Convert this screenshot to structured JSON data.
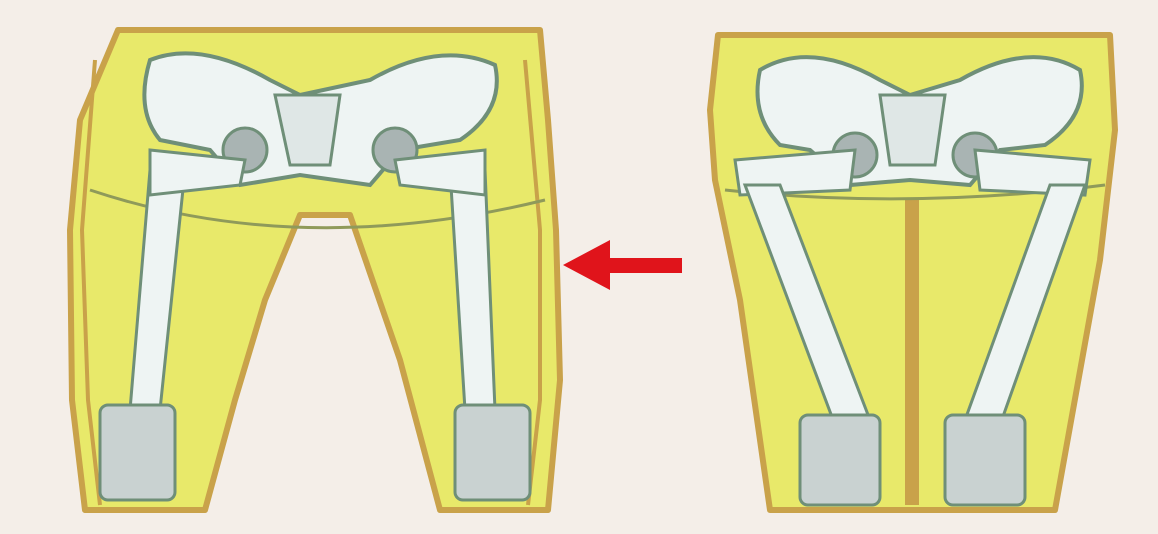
{
  "figure": {
    "panels": [
      {
        "id": "left",
        "depiction": "pelvis-and-femurs-wide-stance"
      },
      {
        "id": "right",
        "depiction": "pelvis-and-femurs-narrow-stance"
      }
    ],
    "arrow": {
      "direction": "left",
      "color": "#e0141b"
    },
    "colors": {
      "background": "#f4eee8",
      "flesh": "#e8e96a",
      "flesh_edge": "#c9a24a",
      "bone": "#eef4f3",
      "bone_outline": "#6f8f78",
      "joint": "#a9b4b3"
    }
  }
}
